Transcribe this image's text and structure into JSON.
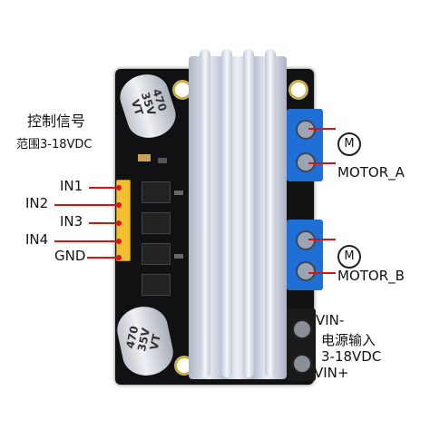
{
  "labels": {
    "control_title": "控制信号",
    "control_range": "范围3-18VDC",
    "in1": "IN1",
    "in2": "IN2",
    "in3": "IN3",
    "in4": "IN4",
    "gnd": "GND",
    "motor_a": "MOTOR_A",
    "motor_b": "MOTOR_B",
    "motor_symbol": "M",
    "vin_minus": "VIN-",
    "power_title": "电源输入",
    "power_range": "3-18VDC",
    "vin_plus": "VIN+"
  },
  "capacitors": {
    "top_text_1": "470",
    "top_text_2": "35V",
    "top_text_3": "VT",
    "bottom_text_1": "470",
    "bottom_text_2": "35V",
    "bottom_text_3": "VT"
  },
  "colors": {
    "board": "#111114",
    "terminal_blue": "#1f6fd6",
    "terminal_black": "#1a1a1a",
    "heatsink": "#cfd6e4",
    "header_pins": "#f2c030",
    "leader_lines": "#dd1111"
  }
}
